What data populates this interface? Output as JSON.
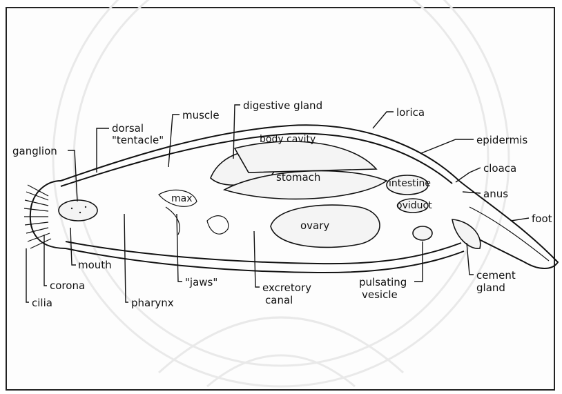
{
  "labels": {
    "dorsal_tentacle_line1": "dorsal",
    "dorsal_tentacle_line2": "\"tentacle\"",
    "muscle": "muscle",
    "digestive_gland": "digestive gland",
    "lorica": "lorica",
    "epidermis": "epidermis",
    "ganglion": "ganglion",
    "body_cavity": "body cavity",
    "stomach": "stomach",
    "cloaca": "cloaca",
    "intestine": "intestine",
    "anus": "anus",
    "oviduct": "oviduct",
    "foot": "foot",
    "ovary": "ovary",
    "mouth": "mouth",
    "corona": "corona",
    "cilia": "cilia",
    "pharynx": "pharynx",
    "jaws": "\"jaws\"",
    "excretory_line1": "excretory",
    "excretory_line2": "canal",
    "pulsating_line1": "pulsating",
    "pulsating_line2": "vesicle",
    "cement_line1": "cement",
    "cement_line2": "gland",
    "mastax": "max"
  }
}
